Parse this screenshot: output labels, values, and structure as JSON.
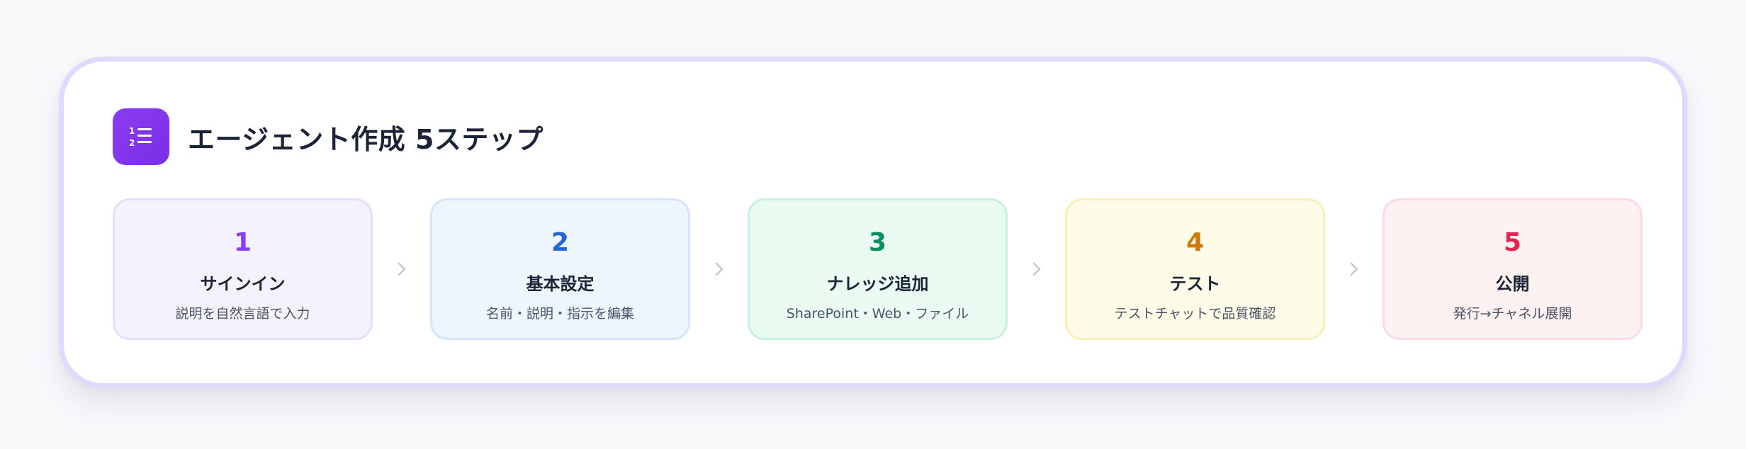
{
  "header": {
    "title": "エージェント作成 5ステップ",
    "icon": "numbered-list-icon",
    "icon_color": "#7e34ec"
  },
  "steps": [
    {
      "number": "1",
      "title": "サインイン",
      "description": "説明を自然言語で入力",
      "accent": "#8b3ff0",
      "bg": "#f5f2ff",
      "border": "#e5defc"
    },
    {
      "number": "2",
      "title": "基本設定",
      "description": "名前・説明・指示を編集",
      "accent": "#2563d8",
      "bg": "#eef5ff",
      "border": "#d6e5fc"
    },
    {
      "number": "3",
      "title": "ナレッジ追加",
      "description": "SharePoint・Web・ファイル",
      "accent": "#0a8f64",
      "bg": "#eafbf2",
      "border": "#c9f2dc"
    },
    {
      "number": "4",
      "title": "テスト",
      "description": "テストチャットで品質確認",
      "accent": "#cc7a06",
      "bg": "#fefbe8",
      "border": "#fbefb8"
    },
    {
      "number": "5",
      "title": "公開",
      "description": "発行→チャネル展開",
      "accent": "#e02650",
      "bg": "#fef1f2",
      "border": "#fcdbe0"
    }
  ],
  "separator_icon": "chevron-right-icon"
}
